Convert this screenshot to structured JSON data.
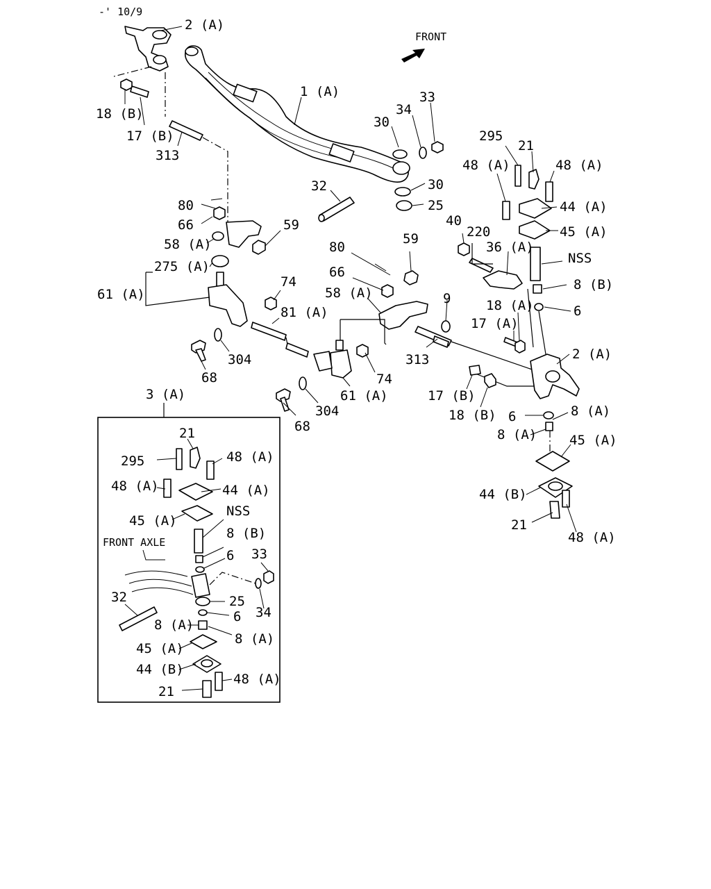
{
  "header": {
    "code": "-' 10/9"
  },
  "front_arrow": {
    "label": "FRONT"
  },
  "labels": {
    "p2A_top": "2 (A)",
    "p18B_top": "18 (B)",
    "p17B_top": "17 (B)",
    "p313_top": "313",
    "p1A": "1 (A)",
    "p30_top": "30",
    "p34_top": "34",
    "p33_top": "33",
    "p32": "32",
    "p30_mid": "30",
    "p25": "25",
    "p80_left": "80",
    "p66_left": "66",
    "p58A_left": "58 (A)",
    "p59_left": "59",
    "p275A": "275 (A)",
    "p61A_left": "61 (A)",
    "p74_left": "74",
    "p81A": "81 (A)",
    "p68_left": "68",
    "p304_left": "304",
    "p80_mid": "80",
    "p59_mid": "59",
    "p66_mid": "66",
    "p58A_mid": "58 (A)",
    "p9": "9",
    "p313_mid": "313",
    "p74_mid": "74",
    "p61A_mid": "61 (A)",
    "p304_mid": "304",
    "p68_mid": "68",
    "p295_r": "295",
    "p21_r": "21",
    "p48A_r1": "48 (A)",
    "p48A_r2": "48 (A)",
    "p44A_r": "44 (A)",
    "p45A_r": "45 (A)",
    "p40": "40",
    "p220": "220",
    "p36A": "36 (A)",
    "pNSS_r": "NSS",
    "p8B_r": "8 (B)",
    "p18A": "18 (A)",
    "p6_r": "6",
    "p17A": "17 (A)",
    "p2A_r": "2 (A)",
    "p17B_r": "17 (B)",
    "p18B_r": "18 (B)",
    "p6_r2": "6",
    "p8A_r1": "8 (A)",
    "p8A_r2": "8 (A)",
    "p45A_r2": "45 (A)",
    "p44B_r": "44 (B)",
    "p21_r2": "21",
    "p48A_r3": "48 (A)"
  },
  "inset": {
    "title": "3 (A)",
    "front_axle": "FRONT  AXLE",
    "labels": {
      "p21_top": "21",
      "p295": "295",
      "p48A_1": "48 (A)",
      "p48A_2": "48 (A)",
      "p44A": "44 (A)",
      "p45A": "45 (A)",
      "pNSS": "NSS",
      "p8B": "8 (B)",
      "p6_a": "6",
      "p33": "33",
      "p32": "32",
      "p25": "25",
      "p34": "34",
      "p6_b": "6",
      "p8A_1": "8 (A)",
      "p8A_2": "8 (A)",
      "p45A_2": "45 (A)",
      "p44B": "44 (B)",
      "p21_bot": "21",
      "p48A_3": "48 (A)"
    }
  }
}
